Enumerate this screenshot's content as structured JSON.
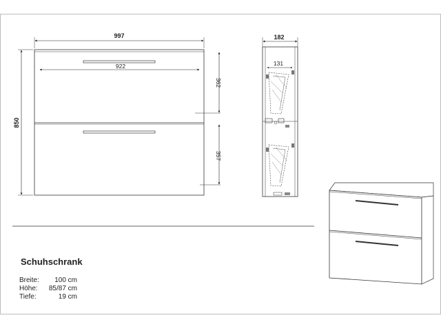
{
  "dimensions": {
    "width_total": "997",
    "height_total": "850",
    "inner_width": "922",
    "top_drawer_height": "362",
    "bottom_drawer_height": "357",
    "depth_total": "182",
    "depth_inner": "131"
  },
  "product": {
    "name": "Schuhschrank",
    "specs": [
      {
        "label": "Breite:",
        "value": "100 cm"
      },
      {
        "label": "Höhe:",
        "value": "85/87 cm"
      },
      {
        "label": "Tiefe:",
        "value": "19 cm"
      }
    ]
  }
}
